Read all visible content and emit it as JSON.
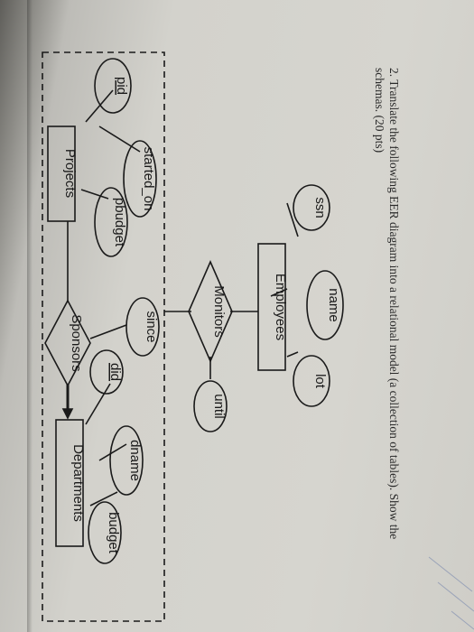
{
  "question": {
    "line1": "2. Translate the following EER diagram into a relational model (a collection of tables). Show the",
    "line2": "schemas. (20 pts)"
  },
  "entities": {
    "employees": "Employees",
    "projects": "Projects",
    "departments": "Departments"
  },
  "relationships": {
    "monitors": "Monitors",
    "sponsors": "Sponsors"
  },
  "attributes": {
    "ssn": "ssn",
    "name": "name",
    "lot": "lot",
    "until": "until",
    "since": "since",
    "started_on": "started_on",
    "pbudget": "pbudget",
    "pid": "pid",
    "did": "did",
    "dname": "dname",
    "budget": "budget"
  }
}
